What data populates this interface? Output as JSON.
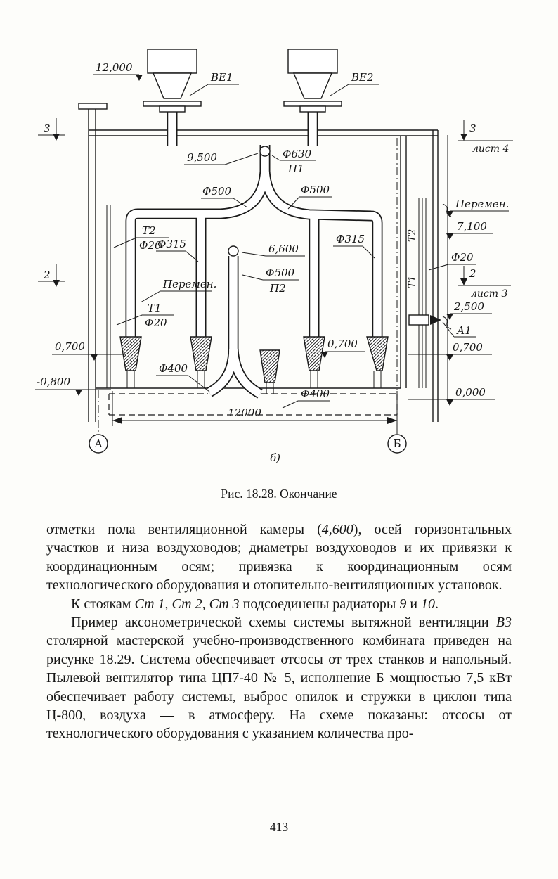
{
  "page": {
    "caption": "Рис. 18.28. Окончание",
    "number": "413"
  },
  "diagram": {
    "labels": {
      "lvl12000": "12,000",
      "be1": "ВЕ1",
      "be2": "ВЕ2",
      "sec3": "3",
      "sheet4": "лист 4",
      "sec2": "2",
      "sheet3": "лист 3",
      "dim9500": "9,500",
      "f630": "Ф630",
      "p1": "П1",
      "f500": "Ф500",
      "p2": "П2",
      "dim6600": "6,600",
      "f315": "Ф315",
      "f20": "Ф20",
      "t1": "Т1",
      "t2": "Т2",
      "peremen": "Перемен.",
      "dim7100": "7,100",
      "dim2500": "2,500",
      "a1": "А1",
      "lvl0700": "0,700",
      "lvlm0800": "-0,800",
      "lvl0000": "0,000",
      "f400": "Ф400",
      "dim12000": "12000",
      "axisA": "А",
      "axisB": "Б",
      "sub": "б)"
    }
  },
  "body": {
    "p1": {
      "s0": "отметки пола вентиляционной камеры (",
      "s1": "4,600",
      "s2": "), осей горизонтальных участков и низа воздуховодов; диаметры воздуховодов и их привязки к координационным осям; привязка к координационным осям технологического оборудования и отопительно-вентиляционных установок."
    },
    "p2": {
      "s0": "К стоякам ",
      "s1": "Ст 1, Ст 2, Ст 3",
      "s2": " подсоединены радиаторы ",
      "s3": "9",
      "s4": " и ",
      "s5": "10",
      "s6": "."
    },
    "p3": {
      "s0": "Пример аксонометрической схемы системы вытяжной вентиляции ",
      "s1": "В3",
      "s2": " столярной мастерской учебно-производственного комбината приведен на рисунке 18.29. Система обеспечивает отсосы от трех станков и напольный. Пылевой вентилятор типа ЦП7-40 № 5, исполнение Б мощностью 7,5 кВт обеспечивает работу системы, выброс опилок и стружки в циклон типа Ц-800, воздуха — в атмосферу. На схеме показаны: отсосы от технологического оборудования с указанием количества про-"
    }
  }
}
